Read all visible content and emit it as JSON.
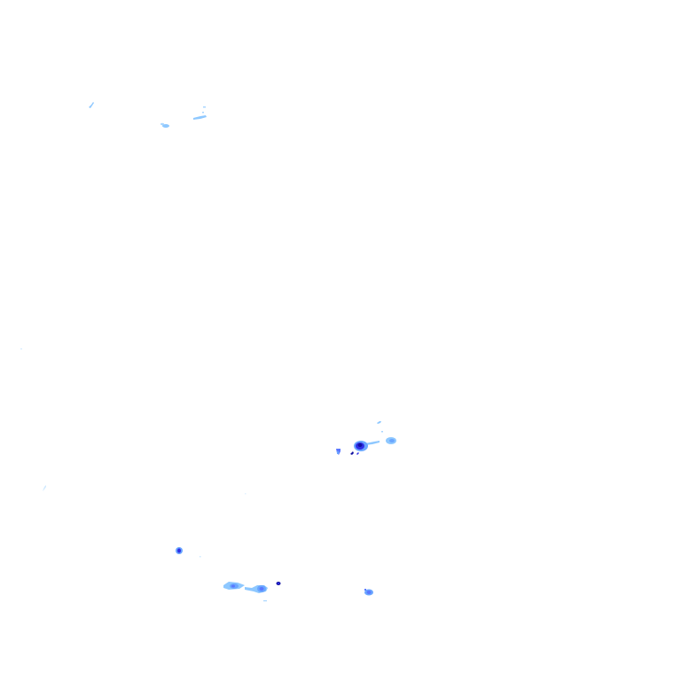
{
  "map": {
    "type": "rain-radar-overlay",
    "background": "#ffffff",
    "intensity_colors": {
      "very_light": "#cfe9ff",
      "light": "#8ec8ff",
      "light_moderate": "#6aa6ff",
      "moderate": "#5a78ff",
      "heavy": "#2f2fe6",
      "very_heavy": "#1010a0"
    },
    "echo_cells": [
      {
        "name": "echo-cell-northwest-1",
        "intensity": "light"
      },
      {
        "name": "echo-cell-northwest-2",
        "intensity": "light"
      },
      {
        "name": "echo-cell-northwest-3",
        "intensity": "light"
      },
      {
        "name": "echo-cell-central-east-main",
        "intensity": "very_heavy"
      },
      {
        "name": "echo-cell-central-east-west",
        "intensity": "moderate"
      },
      {
        "name": "echo-cell-central-east-outer",
        "intensity": "light_moderate"
      },
      {
        "name": "echo-cell-central-east-north",
        "intensity": "light"
      },
      {
        "name": "echo-cell-southwest-small",
        "intensity": "heavy"
      },
      {
        "name": "echo-cell-south-band-west",
        "intensity": "light_moderate"
      },
      {
        "name": "echo-cell-south-band-east",
        "intensity": "light_moderate"
      },
      {
        "name": "echo-cell-south-dot",
        "intensity": "very_heavy"
      },
      {
        "name": "echo-cell-south-east",
        "intensity": "moderate"
      },
      {
        "name": "echo-speck-west-1",
        "intensity": "very_light"
      },
      {
        "name": "echo-speck-west-2",
        "intensity": "very_light"
      }
    ]
  }
}
